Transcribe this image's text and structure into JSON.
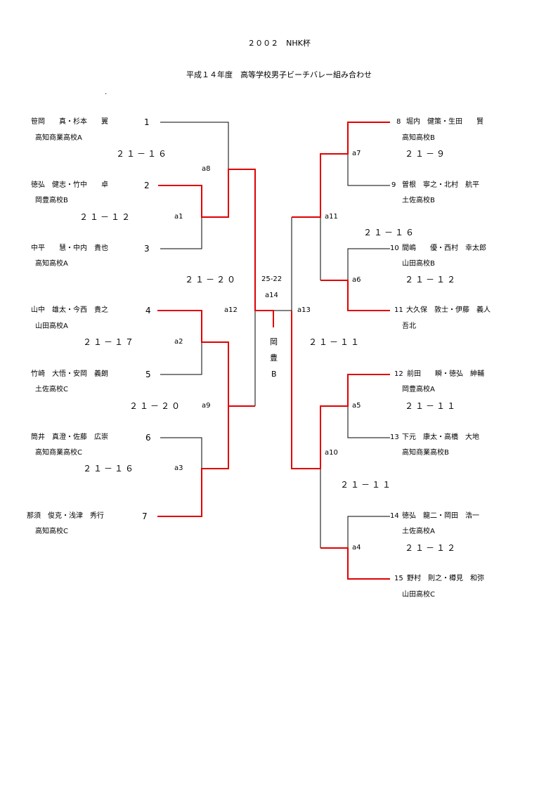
{
  "title": "２００２　NHK杯",
  "subtitle": "平成１４年度　高等学校男子ビーチバレー組み合わせ",
  "colors": {
    "winner_line": "#e00000",
    "line": "#000000"
  },
  "left_teams": [
    {
      "seed": "1",
      "players": "笹岡　　真・杉本　　翼",
      "school": "高知商業高校A"
    },
    {
      "seed": "2",
      "players": "徳弘　健志・竹中　　卓",
      "school": "岡豊高校B"
    },
    {
      "seed": "3",
      "players": "中平　　慧・中内　貴也",
      "school": "高知高校A"
    },
    {
      "seed": "4",
      "players": "山中　雄太・今西　貴之",
      "school": "山田高校A"
    },
    {
      "seed": "5",
      "players": "竹崎　大悟・安岡　義朗",
      "school": "土佐高校C"
    },
    {
      "seed": "6",
      "players": "筒井　真澄・佐藤　広崇",
      "school": "高知商業高校C"
    },
    {
      "seed": "7",
      "players": "那須　俊克・浅津　秀行",
      "school": "高知高校C"
    }
  ],
  "right_teams": [
    {
      "seed": "8",
      "players": "堀内　健策・生田　　賢",
      "school": "高知高校B"
    },
    {
      "seed": "9",
      "players": "曽根　寧之・北村　航平",
      "school": "土佐高校B"
    },
    {
      "seed": "10",
      "players": "間嶋　　優・西村　幸太郎",
      "school": "山田高校B"
    },
    {
      "seed": "11",
      "players": "大久保　敦士・伊藤　義人",
      "school": "吾北"
    },
    {
      "seed": "12",
      "players": "前田　　瞬・徳弘　紳輔",
      "school": "岡豊高校A"
    },
    {
      "seed": "13",
      "players": "下元　康太・高橋　大地",
      "school": "高知商業高校B"
    },
    {
      "seed": "14",
      "players": "徳弘　龍二・岡田　浩一",
      "school": "土佐高校A"
    },
    {
      "seed": "15",
      "players": "野村　則之・樽見　和弥",
      "school": "山田高校C"
    }
  ],
  "matches": {
    "a1": {
      "label": "a1",
      "score": "２１－１２"
    },
    "a2": {
      "label": "a2",
      "score": "２１－１７"
    },
    "a3": {
      "label": "a3",
      "score": "２１－１６"
    },
    "a4": {
      "label": "a4",
      "score": "２１－１２"
    },
    "a5": {
      "label": "a5",
      "score": "２１－１１"
    },
    "a6": {
      "label": "a6",
      "score": "２１－１２"
    },
    "a7": {
      "label": "a7",
      "score": "２１－９"
    },
    "a8": {
      "label": "a8",
      "score": "２１－１６"
    },
    "a9": {
      "label": "a9",
      "score": "２１－２０"
    },
    "a10": {
      "label": "a10",
      "score": "２１－１１"
    },
    "a11": {
      "label": "a11",
      "score": "２１－１６"
    },
    "a12": {
      "label": "a12",
      "score": "２１－２０"
    },
    "a13": {
      "label": "a13",
      "score": "２１－１１"
    },
    "a14": {
      "label": "a14",
      "score": "25-22"
    }
  },
  "champion": [
    "岡",
    "豊",
    "B"
  ],
  "dot": "."
}
